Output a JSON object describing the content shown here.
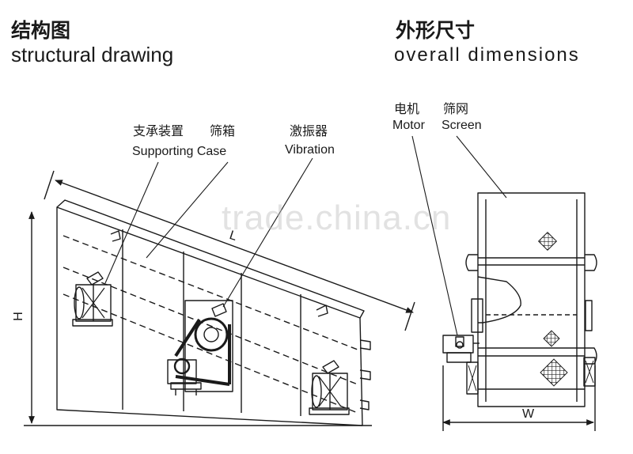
{
  "headings": {
    "left_cn": "结构图",
    "left_en": "structural drawing",
    "right_cn": "外形尺寸",
    "right_en": "overall dimensions"
  },
  "labels": {
    "supporting_cn": "支承装置",
    "case_cn": "筛箱",
    "supporting_case_en": "Supporting Case",
    "vibration_cn": "激振器",
    "vibration_en": "Vibration",
    "motor_cn": "电机",
    "motor_en": "Motor",
    "screen_cn": "筛网",
    "screen_en": "Screen"
  },
  "dimensions": {
    "length": "L",
    "height": "H",
    "width": "W"
  },
  "watermark": "trade.china.cn"
}
